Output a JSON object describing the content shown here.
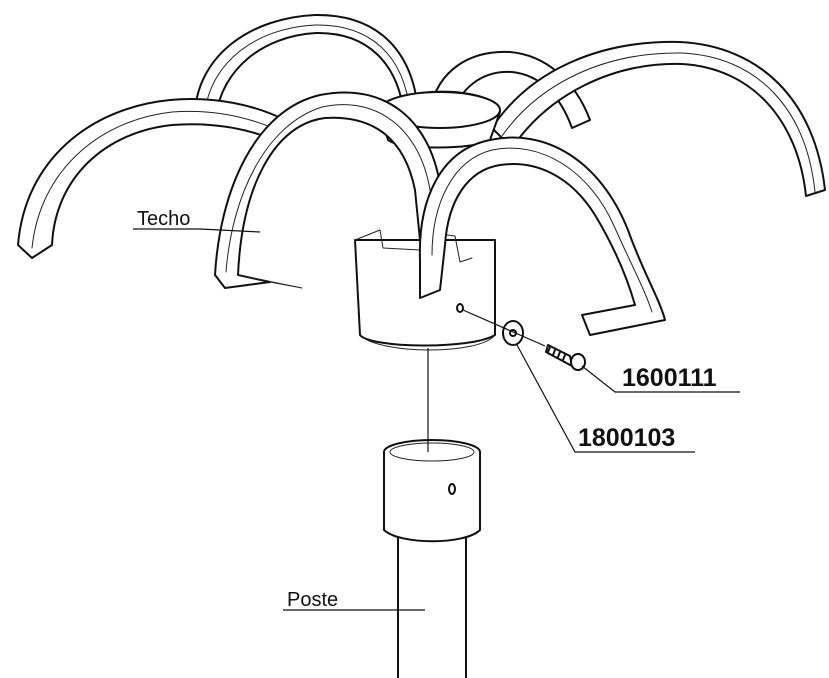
{
  "labels": {
    "techo": "Techo",
    "poste": "Poste",
    "part_screw": "1600111",
    "part_washer": "1800103"
  }
}
